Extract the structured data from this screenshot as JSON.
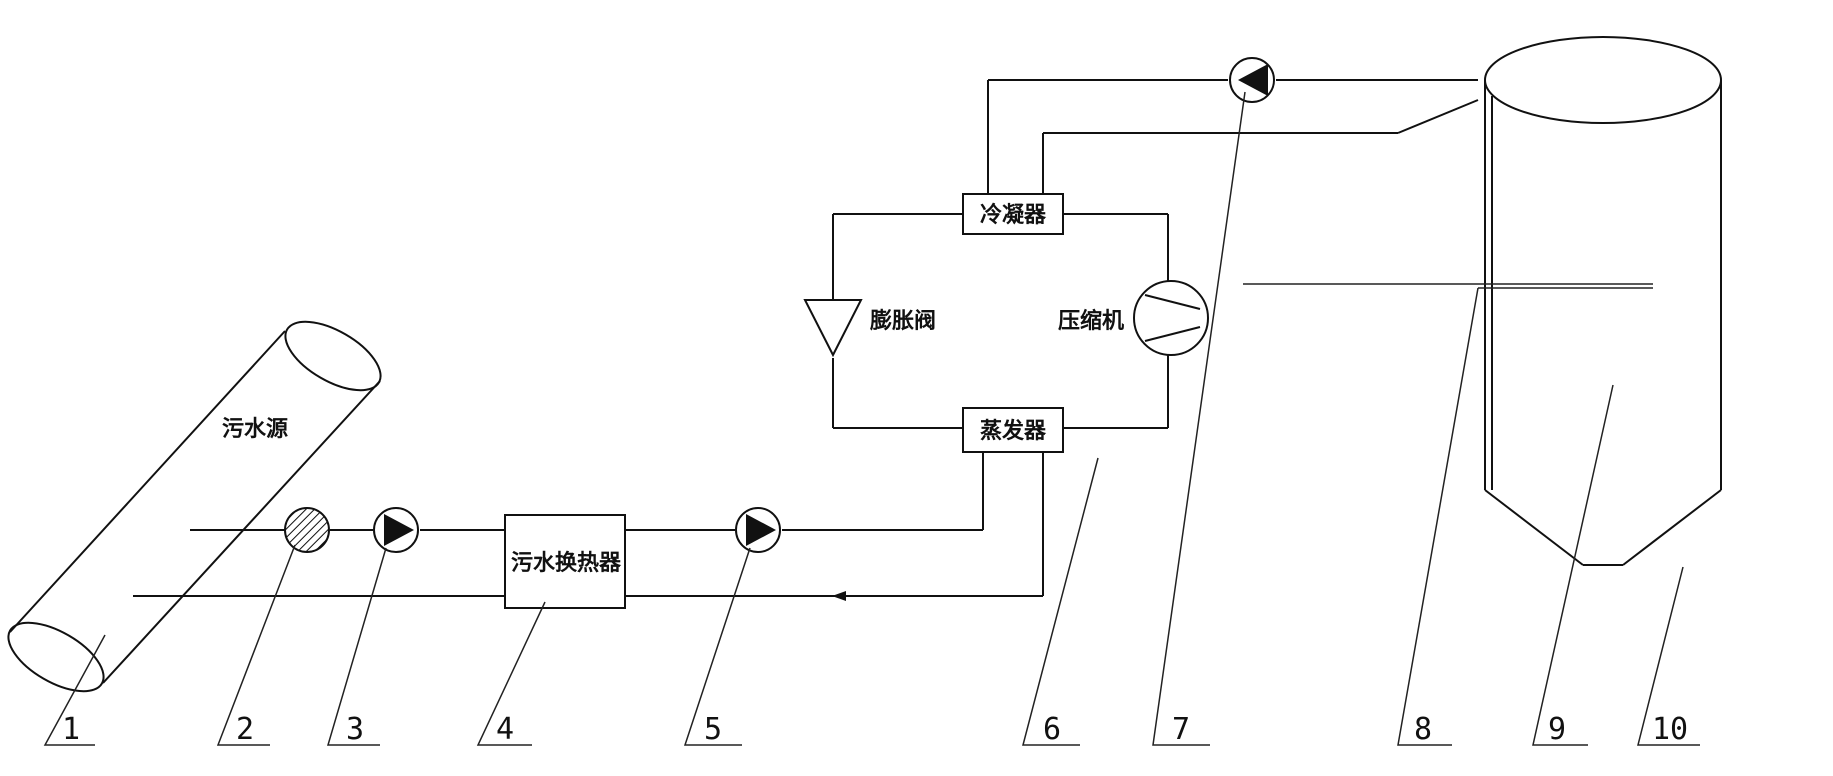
{
  "labels": {
    "sewage_source": "污水源",
    "sewage_heat_exchanger": "污水换热器",
    "condenser": "冷凝器",
    "evaporator": "蒸发器",
    "expansion_valve": "膨胀阀",
    "compressor": "压缩机"
  },
  "callouts": [
    "1",
    "2",
    "3",
    "4",
    "5",
    "6",
    "7",
    "8",
    "9",
    "10"
  ],
  "icons": {
    "pump": "pump-icon",
    "filter": "filter-icon",
    "compressor": "compressor-icon",
    "expansion_valve": "expansion-valve-icon"
  }
}
